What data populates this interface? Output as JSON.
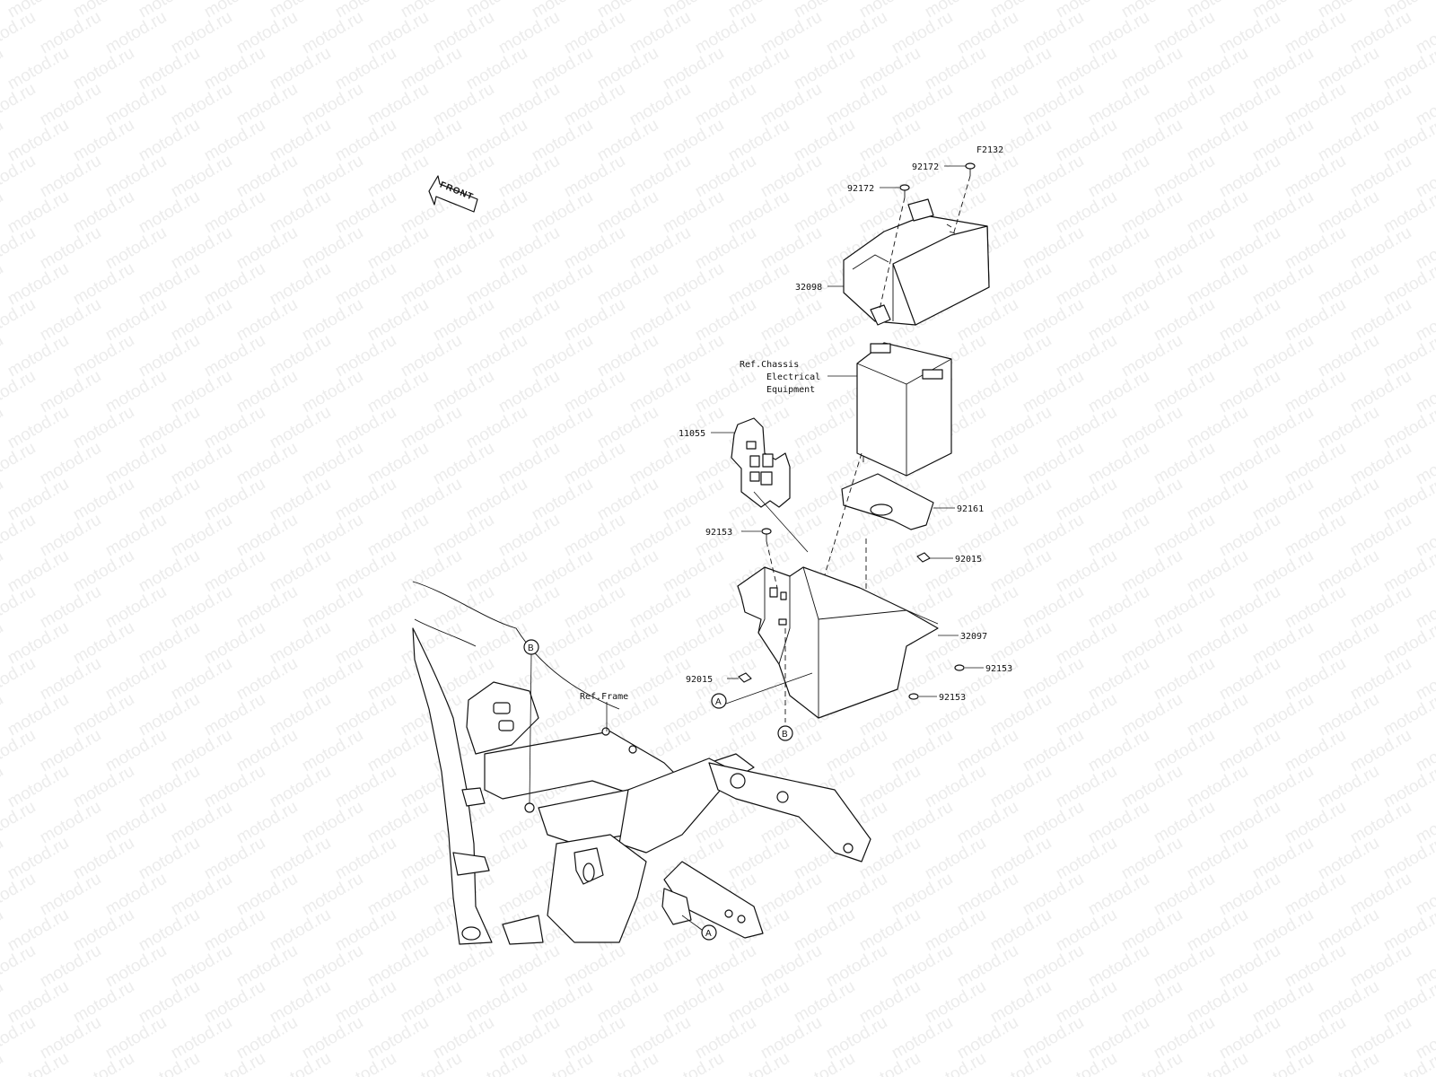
{
  "watermark": "motod.ru",
  "front_arrow": "FRONT",
  "labels": {
    "f2132": "F2132",
    "p92172a": "92172",
    "p92172b": "92172",
    "p32098": "32098",
    "ref_chassis_1": "Ref.Chassis",
    "ref_chassis_2": "Electrical",
    "ref_chassis_3": "Equipment",
    "p11055": "11055",
    "p92161": "92161",
    "p92153a": "92153",
    "p92015a": "92015",
    "p32097": "32097",
    "p92015b": "92015",
    "p92153b": "92153",
    "p92153c": "92153",
    "ref_frame": "Ref.Frame"
  },
  "callouts": {
    "a1": "A",
    "a2": "A",
    "b1": "B",
    "b2": "B"
  }
}
